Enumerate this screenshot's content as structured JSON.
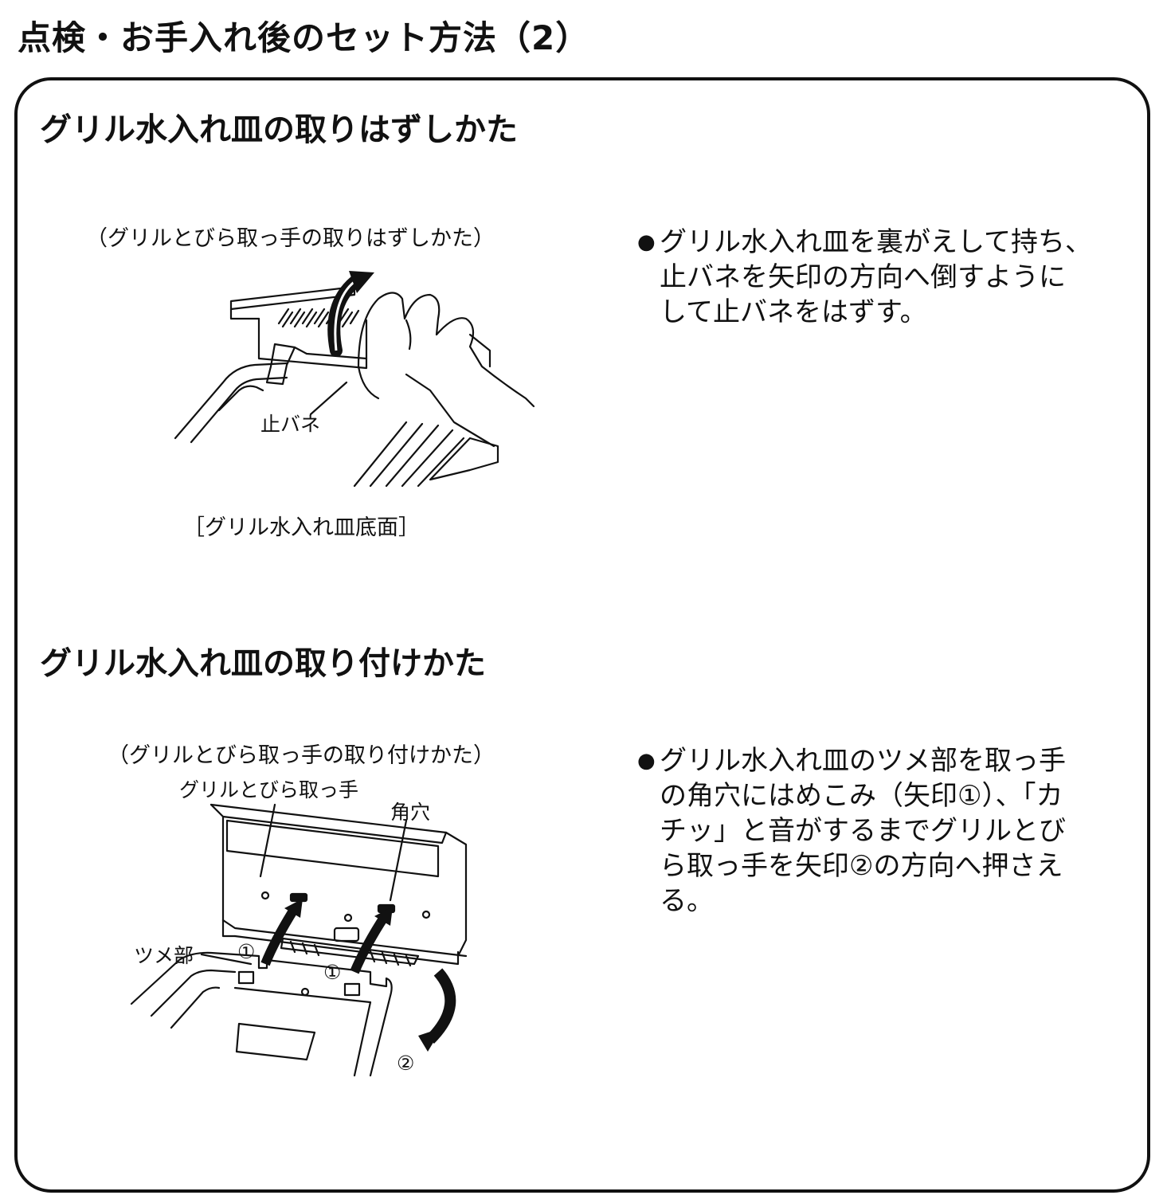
{
  "page": {
    "title": "点検・お手入れ後のセット方法（2）"
  },
  "removal": {
    "heading": "グリル水入れ皿の取りはずしかた",
    "figure_caption": "（グリルとびら取っ手の取りはずしかた）",
    "label_spring": "止バネ",
    "figure_subcaption": "［グリル水入れ皿底面］",
    "bullet": "●",
    "instruction_lines": [
      "グリル水入れ皿を裏がえして持ち、",
      "止バネを矢印の方向へ倒すように",
      "して止バネをはずす。"
    ]
  },
  "attach": {
    "heading": "グリル水入れ皿の取り付けかた",
    "figure_caption": "（グリルとびら取っ手の取り付けかた）",
    "label_handle": "グリルとびら取っ手",
    "label_square_hole": "角穴",
    "label_claw": "ツメ部",
    "marker_1": "①",
    "marker_2": "②",
    "bullet": "●",
    "instruction_lines": [
      "グリル水入れ皿のツメ部を取っ手",
      "の角穴にはめこみ（矢印①）、「カ",
      "チッ」と音がするまでグリルとび",
      "ら取っ手を矢印②の方向へ押さえ",
      "る。"
    ]
  }
}
